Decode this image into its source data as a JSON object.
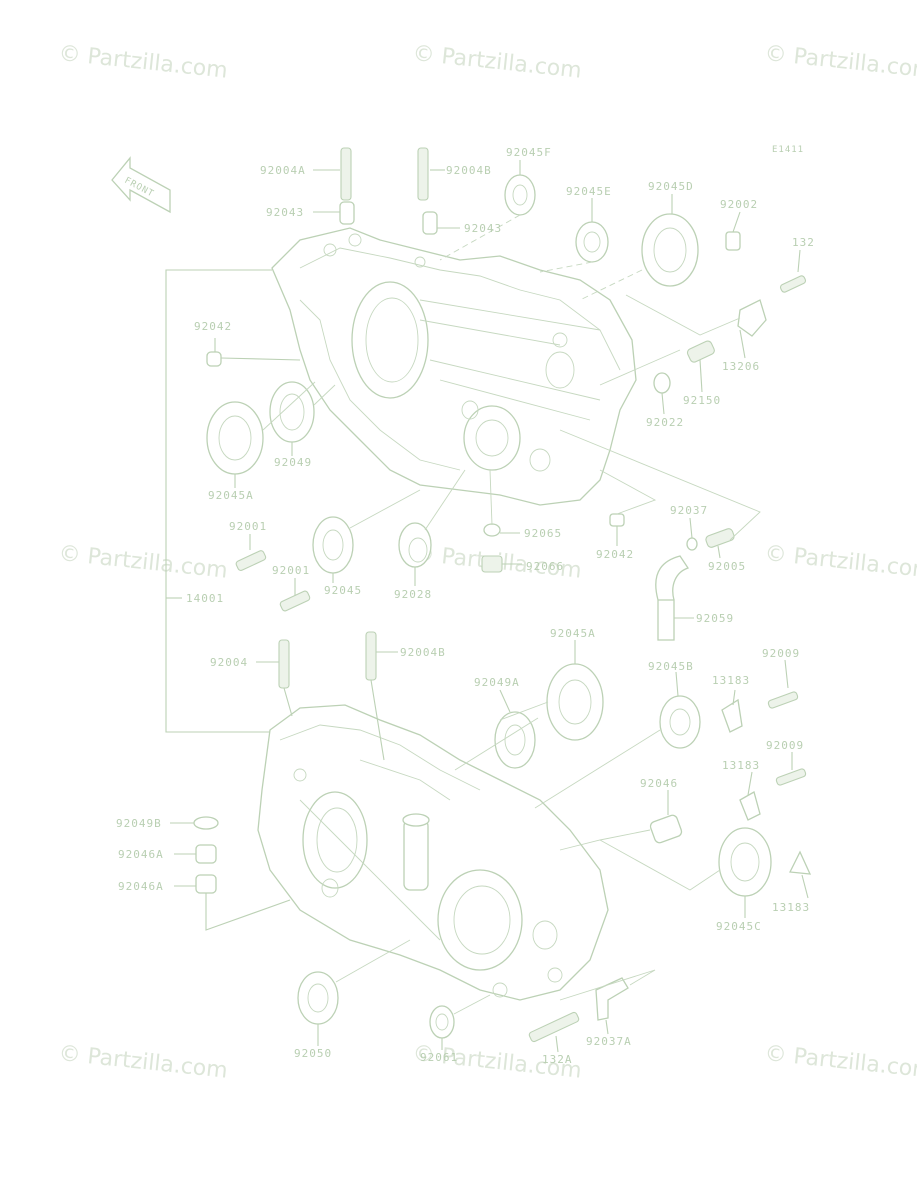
{
  "watermark": "© Partzilla.com",
  "diagram_code": "E1411",
  "front_label": "FRONT",
  "colors": {
    "ink": "#bcd1b5",
    "watermark": "#dde6d9",
    "background": "#ffffff"
  },
  "labels": [
    "92004A",
    "92004B",
    "92045F",
    "92043",
    "92043",
    "92045E",
    "92045D",
    "92002",
    "132",
    "92042",
    "13206",
    "92150",
    "92022",
    "92049",
    "92045A",
    "92001",
    "92065",
    "92037",
    "92001",
    "92045",
    "92028",
    "92066",
    "92042",
    "92005",
    "14001",
    "92059",
    "92004",
    "92004B",
    "92045A",
    "92049A",
    "92045B",
    "92009",
    "13183",
    "92009",
    "13183",
    "92046",
    "92049B",
    "92046A",
    "92046A",
    "13183",
    "92045C",
    "92050",
    "92061",
    "132A",
    "92037A"
  ]
}
